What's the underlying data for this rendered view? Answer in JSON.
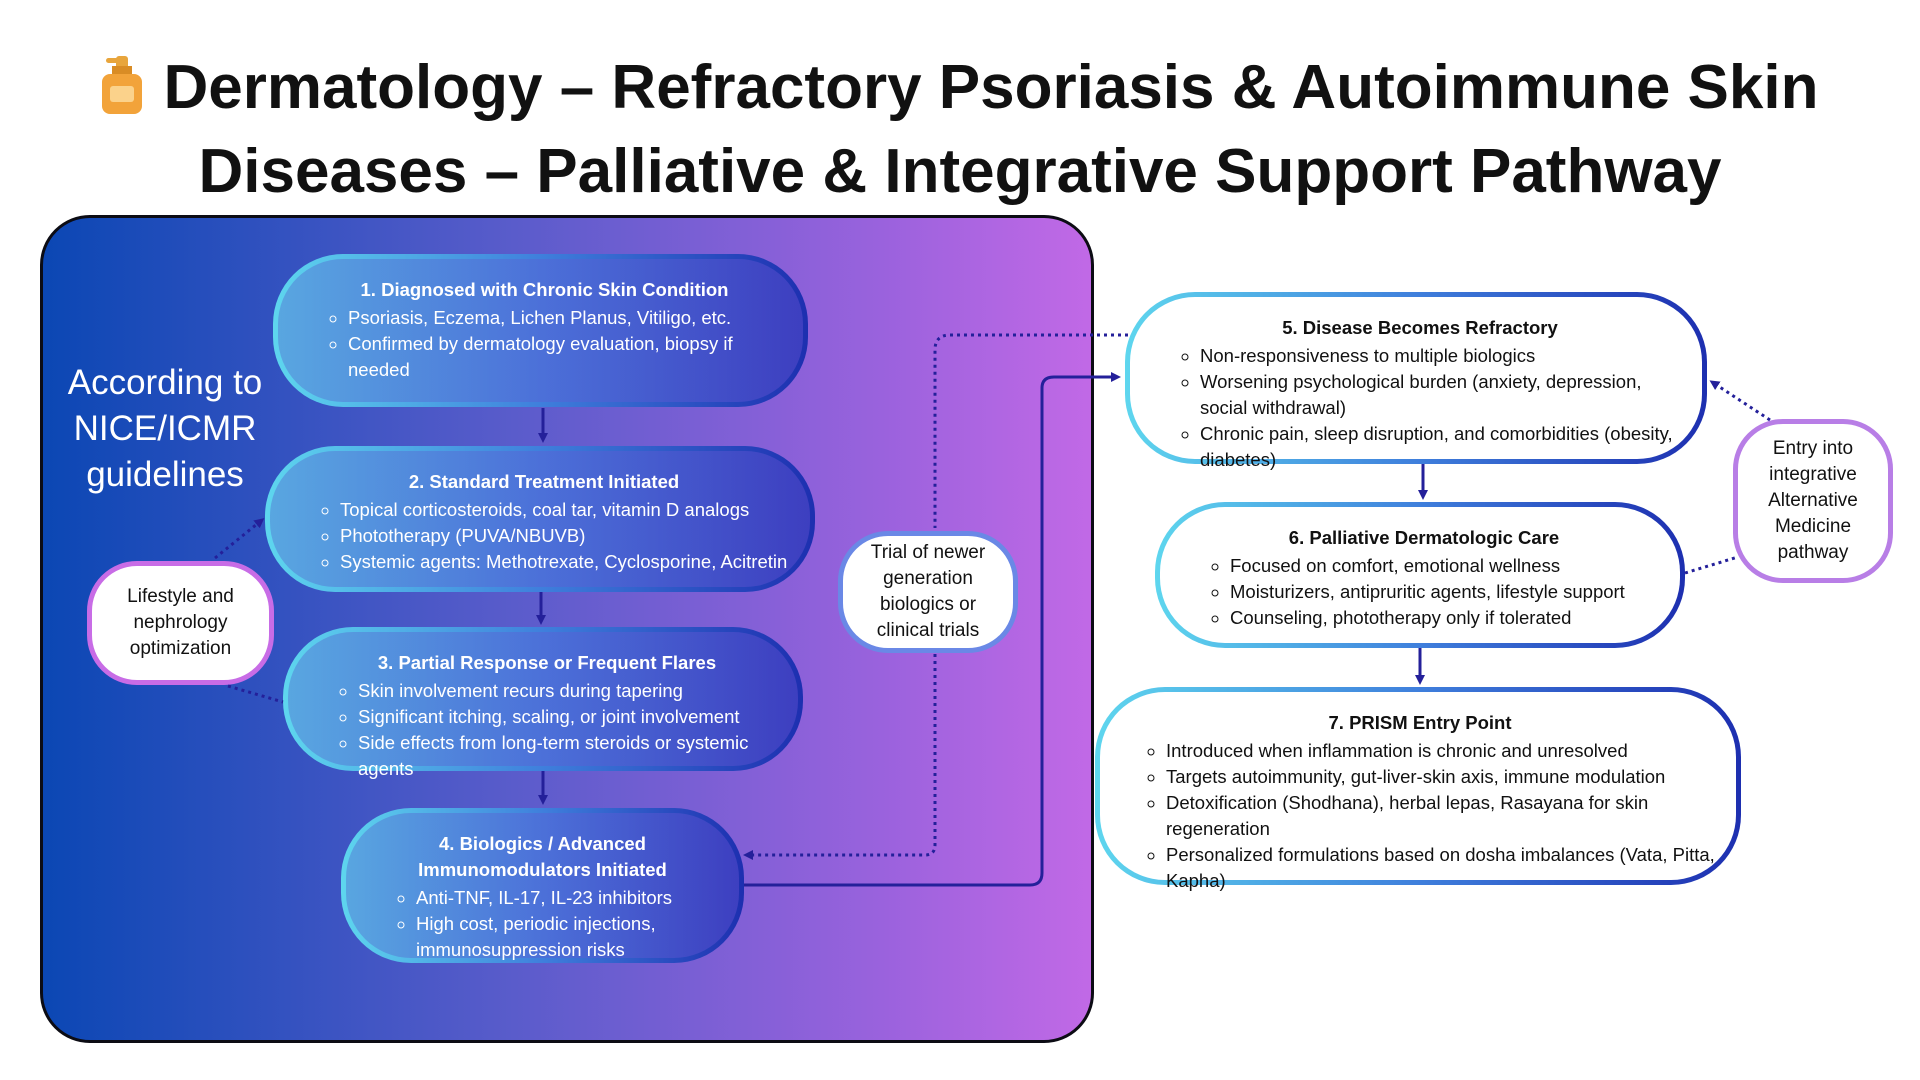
{
  "title": {
    "line1": "Dermatology – Refractory Psoriasis & Autoimmune Skin",
    "line2": "Diseases – Palliative & Integrative Support Pathway",
    "icon": "lotion-bottle-icon"
  },
  "guideline_label": "According to NICE/ICMR guidelines",
  "steps": [
    {
      "title": "1. Diagnosed with Chronic Skin Condition",
      "bullets": [
        "Psoriasis, Eczema, Lichen Planus, Vitiligo, etc.",
        "Confirmed by dermatology evaluation, biopsy if needed"
      ]
    },
    {
      "title": "2. Standard Treatment Initiated",
      "bullets": [
        "Topical corticosteroids, coal tar, vitamin D analogs",
        "Phototherapy (PUVA/NBUVB)",
        "Systemic agents: Methotrexate, Cyclosporine, Acitretin"
      ]
    },
    {
      "title": "3. Partial Response or Frequent Flares",
      "bullets": [
        "Skin involvement recurs during tapering",
        "Significant itching, scaling, or joint involvement",
        "Side effects from long-term steroids or systemic agents"
      ]
    },
    {
      "title": "4. Biologics / Advanced Immunomodulators Initiated",
      "bullets": [
        "Anti-TNF, IL-17, IL-23 inhibitors",
        "High cost, periodic injections, immunosuppression risks"
      ]
    },
    {
      "title": "5. Disease Becomes Refractory",
      "bullets": [
        "Non-responsiveness to multiple biologics",
        "Worsening psychological burden (anxiety, depression, social withdrawal)",
        "Chronic pain, sleep disruption, and comorbidities (obesity, diabetes)"
      ]
    },
    {
      "title": "6. Palliative Dermatologic Care",
      "bullets": [
        "Focused on comfort, emotional wellness",
        "Moisturizers, antipruritic agents, lifestyle support",
        "Counseling, phototherapy only if tolerated"
      ]
    },
    {
      "title": "7. PRISM Entry Point",
      "bullets": [
        "Introduced when inflammation is chronic and unresolved",
        "Targets autoimmunity, gut-liver-skin axis, immune modulation",
        "Detoxification (Shodhana), herbal lepas, Rasayana for skin regeneration",
        "Personalized formulations based on dosha imbalances (Vata, Pitta, Kapha)"
      ]
    }
  ],
  "side_notes": {
    "lifestyle": "Lifestyle and nephrology optimization",
    "trial": "Trial of newer generation biologics or clinical trials",
    "integrative": "Entry into integrative Alternative Medicine pathway"
  },
  "colors": {
    "panel_left": "#0b47b4",
    "panel_right": "#c169e6",
    "border_cyan": "#5ed6ee",
    "border_navy": "#1d2fb0",
    "arrow": "#24209a"
  }
}
